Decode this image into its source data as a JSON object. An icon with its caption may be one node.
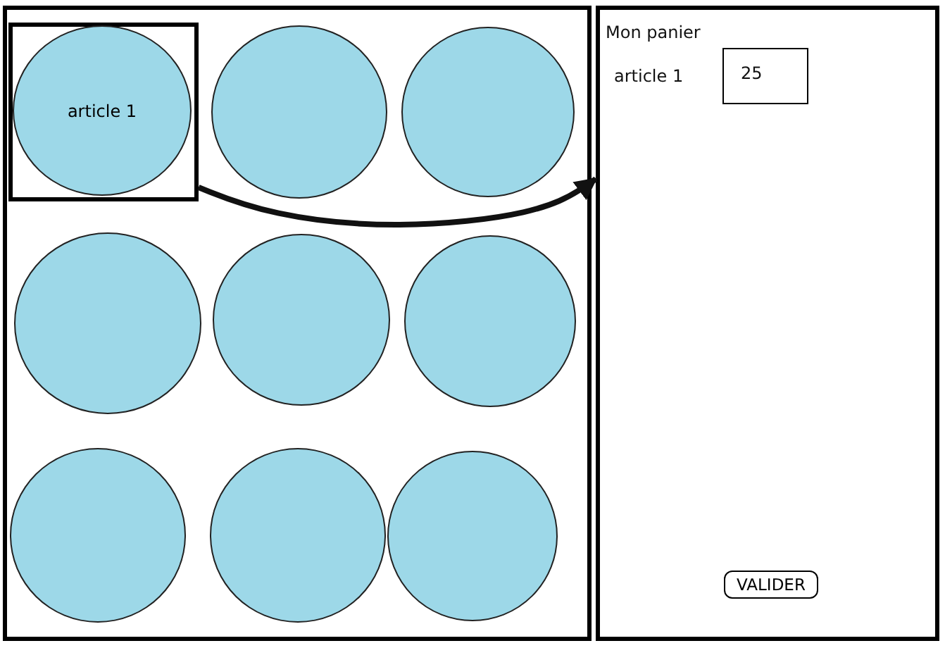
{
  "diagram": {
    "nodes": [
      {
        "text": [],
        "shape": "box"
      },
      {
        "text": [],
        "shape": "box",
        "in": 0
      },
      {
        "text": [
          "article 1"
        ],
        "in": 1
      },
      {
        "text": [],
        "shape": "circle",
        "in": 0
      },
      {
        "text": [],
        "shape": "circle",
        "in": 0
      },
      {
        "text": [],
        "shape": "circle",
        "in": 0
      },
      {
        "text": [],
        "shape": "circle",
        "in": 0
      },
      {
        "text": [],
        "shape": "circle",
        "in": 0
      },
      {
        "text": [],
        "shape": "circle",
        "in": 0
      },
      {
        "text": [],
        "shape": "circle",
        "in": 0
      },
      {
        "text": [],
        "shape": "circle",
        "in": 0
      },
      {
        "text": [
          "Mon panier"
        ]
      },
      {
        "text": [
          "25"
        ],
        "in": 11
      },
      {
        "text": [
          "VALIDER"
        ],
        "in": 11
      }
    ],
    "edges": [
      {
        "from": 1,
        "to": 11,
        "arrow": "to"
      }
    ],
    "labels": [
      "article 1"
    ]
  }
}
